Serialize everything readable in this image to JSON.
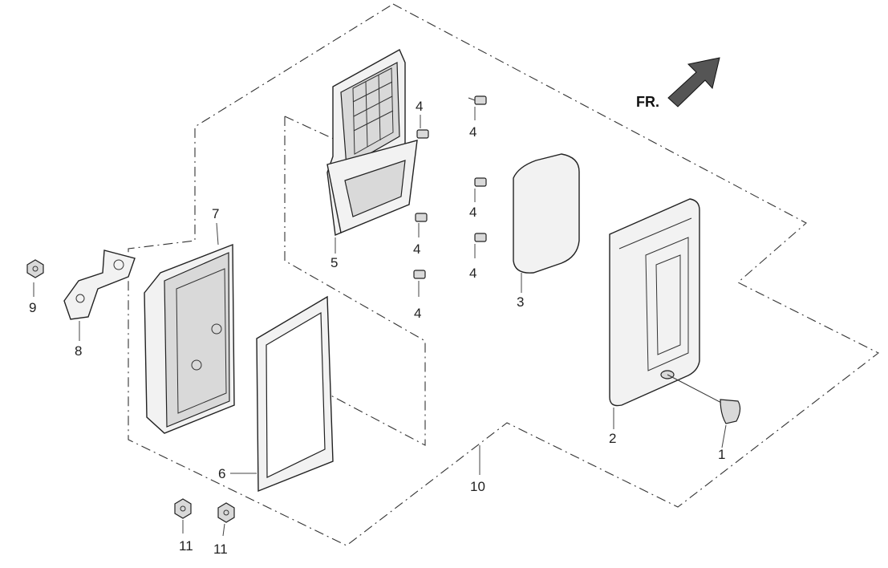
{
  "direction_label": "FR.",
  "callouts": {
    "c1": "1",
    "c2": "2",
    "c3": "3",
    "c4a": "4",
    "c4b": "4",
    "c4c": "4",
    "c4d": "4",
    "c4e": "4",
    "c4f": "4",
    "c5": "5",
    "c6": "6",
    "c7": "7",
    "c8": "8",
    "c9": "9",
    "c10": "10",
    "c11a": "11",
    "c11b": "11"
  },
  "icons": {
    "direction_arrow": "arrow-icon"
  }
}
